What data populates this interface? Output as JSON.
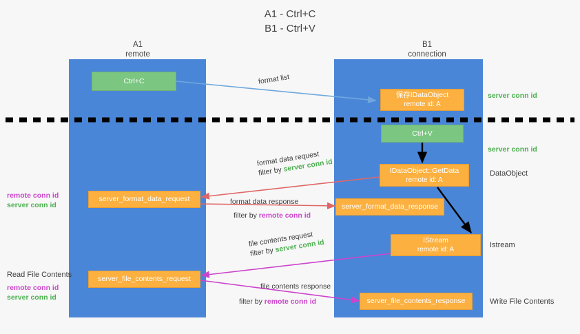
{
  "title": {
    "line1": "A1 - Ctrl+C",
    "line2": "B1 - Ctrl+V"
  },
  "lanes": [
    {
      "name": "A1",
      "sub": "remote"
    },
    {
      "name": "B1",
      "sub": "connection"
    }
  ],
  "nodes": {
    "ctrl_c": "Ctrl+C",
    "ctrl_v": "Ctrl+V",
    "save_dataobject": {
      "line1": "保存IDataObject",
      "line2": "remote id: A"
    },
    "getdata": {
      "line1": "IDataObject::GetData",
      "line2": "remote id: A"
    },
    "istream": {
      "line1": "IStream",
      "line2": "remote id: A"
    },
    "format_data_request": "server_format_data_request",
    "format_data_response": "server_format_data_response",
    "file_contents_request": "server_file_contents_request",
    "file_contents_response": "server_file_contents_response"
  },
  "edges": {
    "format_list": "format list",
    "format_data_request": {
      "line1": "format data request",
      "prefix": "filter by ",
      "key": "server conn id"
    },
    "format_data_response": {
      "line1": "format data response",
      "prefix": "filter by ",
      "key": "remote conn id"
    },
    "file_contents_request": {
      "line1": "file contents request",
      "prefix": "filter by ",
      "key": "server conn id"
    },
    "file_contents_response": {
      "line1": "file contents response",
      "prefix": "filter by ",
      "key": "remote conn id"
    }
  },
  "right_labels": {
    "server_conn_id_top": "server conn id",
    "server_conn_id_mid": "server conn id",
    "dataobject": "DataObject",
    "istream": "Istream",
    "write_file_contents": "Write File Contents"
  },
  "left_labels": {
    "pair_top": {
      "remote": "remote conn id",
      "server": "server conn id"
    },
    "read_file_contents": "Read File Contents",
    "pair_bottom": {
      "remote": "remote conn id",
      "server": "server conn id"
    }
  },
  "colors": {
    "lane": "#4a86d8",
    "green_node": "#7bc680",
    "orange_node": "#fbb040",
    "server_conn_id": "#4caf50",
    "remote_conn_id": "#cc44cc",
    "arrow_blue": "#6fa8dc",
    "arrow_red": "#e06666",
    "arrow_magenta": "#cc44cc",
    "arrow_black": "#000000",
    "divider": "#000000",
    "background": "#f7f7f7"
  }
}
